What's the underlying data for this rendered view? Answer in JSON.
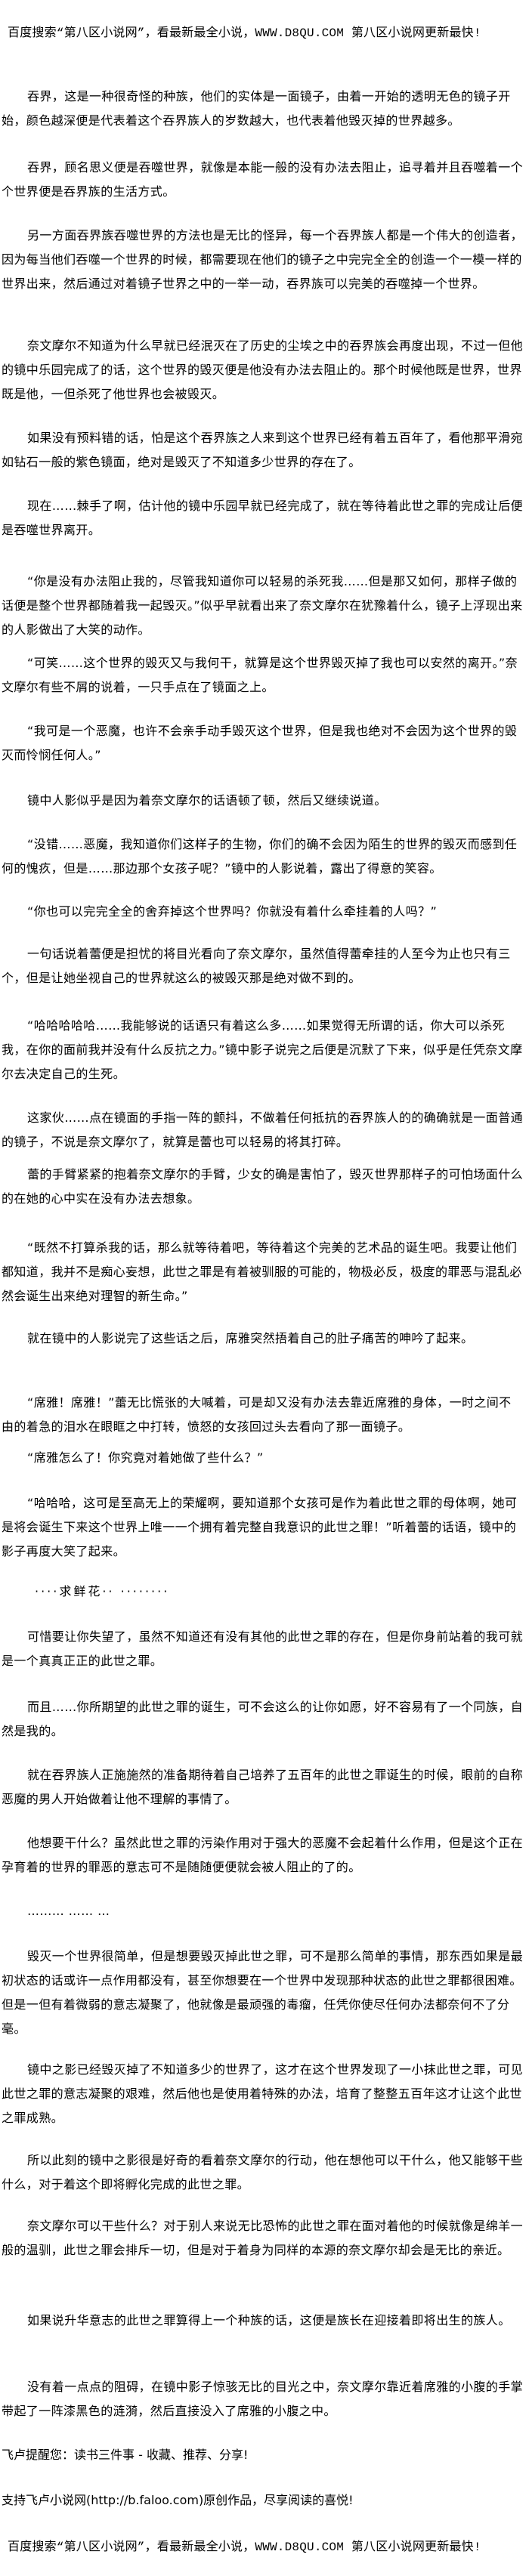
{
  "header_banner": "百度搜索“第八区小说网”，看最新最全小说，WWW.D8QU.COM  第八区小说网更新最快!",
  "paragraphs": [
    "吞界，这是一种很奇怪的种族，他们的实体是一面镜子，由着一开始的透明无色的镜子开始，颜色越深便是代表着这个吞界族人的岁数越大，也代表着他毁灭掉的世界越多。",
    "吞界，顾名思义便是吞噬世界，就像是本能一般的没有办法去阻止，追寻着并且吞噬着一个个世界便是吞界族的生活方式。",
    "另一方面吞界族吞噬世界的方法也是无比的怪异，每一个吞界族人都是一个伟大的创造者，因为每当他们吞噬一个世界的时候，都需要现在他们的镜子之中完完全全的创造一个一模一样的世界出来，然后通过对着镜子世界之中的一举一动，吞界族可以完美的吞噬掉一个世界。",
    "奈文摩尔不知道为什么早就已经泯灭在了历史的尘埃之中的吞界族会再度出现，不过一但他的镜中乐园完成了的话，这个世界的毁灭便是他没有办法去阻止的。那个时候他既是世界，世界既是他，一但杀死了他世界也会被毁灭。",
    "如果没有预料错的话，怕是这个吞界族之人来到这个世界已经有着五百年了，看他那平滑宛如钻石一般的紫色镜面，绝对是毁灭了不知道多少世界的存在了。",
    "现在……棘手了啊，估计他的镜中乐园早就已经完成了，就在等待着此世之罪的完成让后便是吞噬世界离开。",
    "“你是没有办法阻止我的，尽管我知道你可以轻易的杀死我……但是那又如何，那样子做的话便是整个世界都随着我一起毁灭。”似乎早就看出来了奈文摩尔在犹豫着什么，镜子上浮现出来的人影做出了大笑的动作。",
    "“可笑……这个世界的毁灭又与我何干，就算是这个世界毁灭掉了我也可以安然的离开。”奈文摩尔有些不屑的说着，一只手点在了镜面之上。",
    "“我可是一个恶魔，也许不会亲手动手毁灭这个世界，但是我也绝对不会因为这个世界的毁灭而怜悯任何人。”",
    "镜中人影似乎是因为着奈文摩尔的话语顿了顿，然后又继续说道。",
    "“没错……恶魔，我知道你们这样子的生物，你们的确不会因为陌生的世界的毁灭而感到任何的愧疚，但是……那边那个女孩子呢？”镜中的人影说着，露出了得意的笑容。",
    "“你也可以完完全全的舍弃掉这个世界吗？你就没有着什么牵挂着的人吗？”",
    "一句话说着蕾便是担忧的将目光看向了奈文摩尔，虽然值得蕾牵挂的人至今为止也只有三个，但是让她坐视自己的世界就这么的被毁灭那是绝对做不到的。",
    "“哈哈哈哈哈……我能够说的话语只有着这么多……如果觉得无所谓的话，你大可以杀死我，在你的面前我并没有什么反抗之力。”镜中影子说完之后便是沉默了下来，似乎是任凭奈文摩尔去决定自己的生死。",
    "这家伙……点在镜面的手指一阵的颤抖，不做着任何抵抗的吞界族人的的确确就是一面普通的镜子，不说是奈文摩尔了，就算是蕾也可以轻易的将其打碎。",
    "蕾的手臂紧紧的抱着奈文摩尔的手臂，少女的确是害怕了，毁灭世界那样子的可怕场面什么的在她的心中实在没有办法去想象。",
    "“既然不打算杀我的话，那么就等待着吧，等待着这个完美的艺术品的诞生吧。我要让他们都知道，我并不是痴心妄想，此世之罪是有着被驯服的可能的，物极必反，极度的罪恶与混乱必然会诞生出来绝对理智的新生命。”",
    "就在镜中的人影说完了这些话之后，席雅突然捂着自己的肚子痛苦的呻吟了起来。",
    "“席雅！席雅！”蕾无比慌张的大喊着，可是却又没有办法去靠近席雅的身体，一时之间不由的着急的泪水在眼眶之中打转，愤怒的女孩回过头去看向了那一面镜子。",
    "“席雅怎么了！你究竟对着她做了些什么？”",
    "“哈哈哈，这可是至高无上的荣耀啊，要知道那个女孩可是作为着此世之罪的母体啊，她可是将会诞生下来这个世界上唯一一个拥有着完整自我意识的此世之罪！”听着蕾的话语，镜中的影子再度大笑了起来。",
    "····求鲜花··  ········",
    "可惜要让你失望了，虽然不知道还有没有其他的此世之罪的存在，但是你身前站着的我可就是一个真真正正的此世之罪。",
    "而且……你所期望的此世之罪的诞生，可不会这么的让你如愿，好不容易有了一个同族，自然是我的。",
    "就在吞界族人正施施然的准备期待着自己培养了五百年的此世之罪诞生的时候，眼前的自称恶魔的男人开始做着让他不理解的事情了。",
    "他想要干什么？虽然此世之罪的污染作用对于强大的恶魔不会起着什么作用，但是这个正在孕育着的世界的罪恶的意志可不是随随便便就会被人阻止的了的。",
    "……… …… …",
    "毁灭一个世界很简单，但是想要毁灭掉此世之罪，可不是那么简单的事情，那东西如果是最初状态的话或许一点作用都没有，甚至你想要在一个世界中发现那种状态的此世之罪都很困难。但是一但有着微弱的意志凝聚了，他就像是最顽强的毒瘤，任凭你使尽任何办法都奈何不了分毫。",
    "镜中之影已经毁灭掉了不知道多少的世界了，这才在这个世界发现了一小抹此世之罪，可见此世之罪的意志凝聚的艰难，然后他也是使用着特殊的办法，培育了整整五百年这才让这个此世之罪成熟。",
    "所以此刻的镜中之影很是好奇的看着奈文摩尔的行动，他在想他可以干什么，他又能够干些什么，对于着这个即将孵化完成的此世之罪。",
    "奈文摩尔可以干些什么？对于别人来说无比恐怖的此世之罪在面对着他的时候就像是绵羊一般的温驯，此世之罪会排斥一切，但是对于着身为同样的本源的奈文摩尔却会是无比的亲近。",
    "如果说升华意志的此世之罪算得上一个种族的话，这便是族长在迎接着即将出生的族人。",
    "没有着一点点的阻碍，在镜中影子惊骇无比的目光之中，奈文摩尔靠近着席雅的小腹的手掌带起了一阵漆黑色的涟漪，然后直接没入了席雅的小腹之中。"
  ],
  "footer": {
    "reminder": "飞卢提醒您：读书三件事 - 收藏、推荐、分享!",
    "support": "支持飞卢小说网(http://b.faloo.com)原创作品，尽享阅读的喜悦!",
    "banner": "百度搜索“第八区小说网”，看最新最全小说，WWW.D8QU.COM  第八区小说网更新最快!"
  }
}
